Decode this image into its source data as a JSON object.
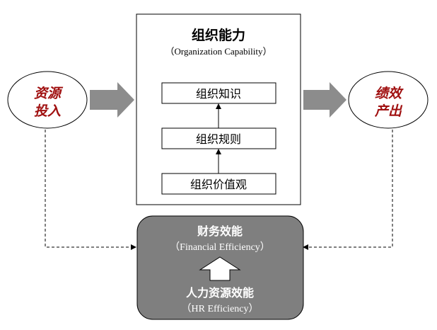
{
  "input": {
    "line1": "资源",
    "line2": "投入"
  },
  "output": {
    "line1": "绩效",
    "line2": "产出"
  },
  "org": {
    "title": "组织能力",
    "subtitle": "（Organization Capability）",
    "levels": [
      "组织知识",
      "组织规则",
      "组织价值观"
    ]
  },
  "efficiency": {
    "financial_title": "财务效能",
    "financial_subtitle": "（Financial Efficiency）",
    "hr_title": "人力资源效能",
    "hr_subtitle": "（HR Efficiency）"
  },
  "colors": {
    "ellipse_text": "#a01010",
    "arrow_fill": "#8c8c8c",
    "efficiency_box": "#7f7f7f",
    "line": "#000000"
  }
}
